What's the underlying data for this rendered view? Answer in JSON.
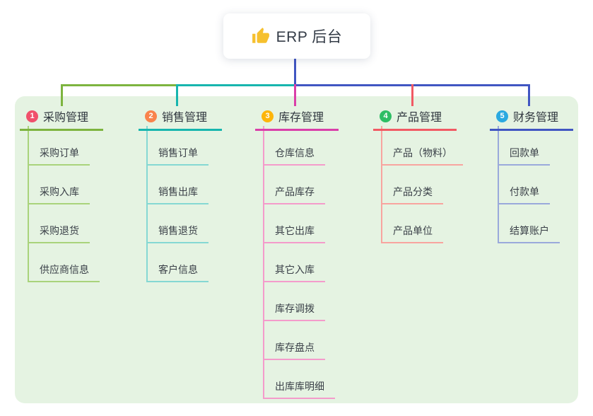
{
  "root": {
    "label": "ERP 后台",
    "icon": "thumbs-up-icon",
    "icon_color": "#f6c02e"
  },
  "palette": {
    "canvas_background": "#e5f3e2",
    "root_connector": "#4156c2",
    "heading_text": "#2f363e",
    "child_text": "#3a4048"
  },
  "branches": [
    {
      "index": "1",
      "label": "采购管理",
      "badge_color": "#f0516b",
      "line_color": "#7db43f",
      "light_line_color": "#a9d37b",
      "children": [
        "采购订单",
        "采购入库",
        "采购退货",
        "供应商信息"
      ]
    },
    {
      "index": "2",
      "label": "销售管理",
      "badge_color": "#f9834c",
      "line_color": "#17b5ae",
      "light_line_color": "#85d8d3",
      "children": [
        "销售订单",
        "销售出库",
        "销售退货",
        "客户信息"
      ]
    },
    {
      "index": "3",
      "label": "库存管理",
      "badge_color": "#fdb50a",
      "line_color": "#da3fa9",
      "light_line_color": "#f49bcb",
      "children": [
        "仓库信息",
        "产品库存",
        "其它出库",
        "其它入库",
        "库存调拨",
        "库存盘点",
        "出库库明细"
      ]
    },
    {
      "index": "4",
      "label": "产品管理",
      "badge_color": "#2ebe64",
      "line_color": "#f15a64",
      "light_line_color": "#f8a49f",
      "children": [
        "产品（物料）",
        "产品分类",
        "产品单位"
      ]
    },
    {
      "index": "5",
      "label": "财务管理",
      "badge_color": "#2ba9e0",
      "line_color": "#4156c2",
      "light_line_color": "#9aa9db",
      "children": [
        "回款单",
        "付款单",
        "结算账户"
      ]
    }
  ]
}
